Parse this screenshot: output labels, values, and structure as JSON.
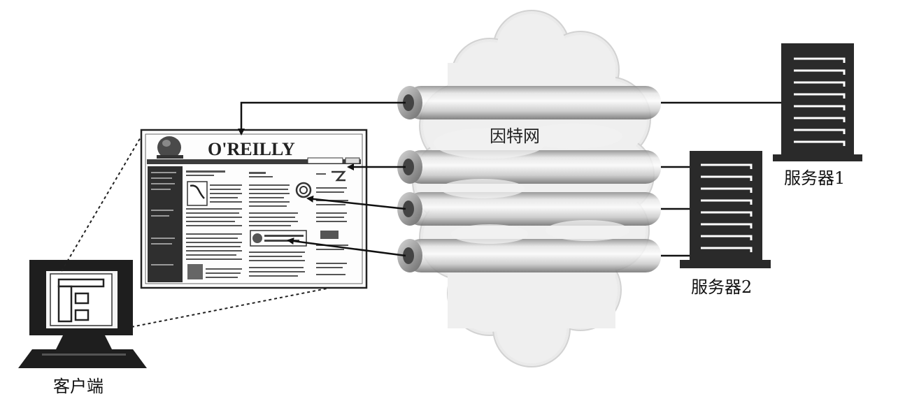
{
  "labels": {
    "cloud": "因特网",
    "server1": "服务器1",
    "server2": "服务器2",
    "client": "客户端"
  },
  "webpage": {
    "brand": "O'REILLY"
  },
  "colors": {
    "ink": "#111111",
    "server_body": "#2a2a2a",
    "cloud_fill": "#f1f1f1",
    "cloud_edge": "#d4d4d4",
    "pipe_dark": "#7a7a7a",
    "pipe_light": "#fafafa"
  }
}
